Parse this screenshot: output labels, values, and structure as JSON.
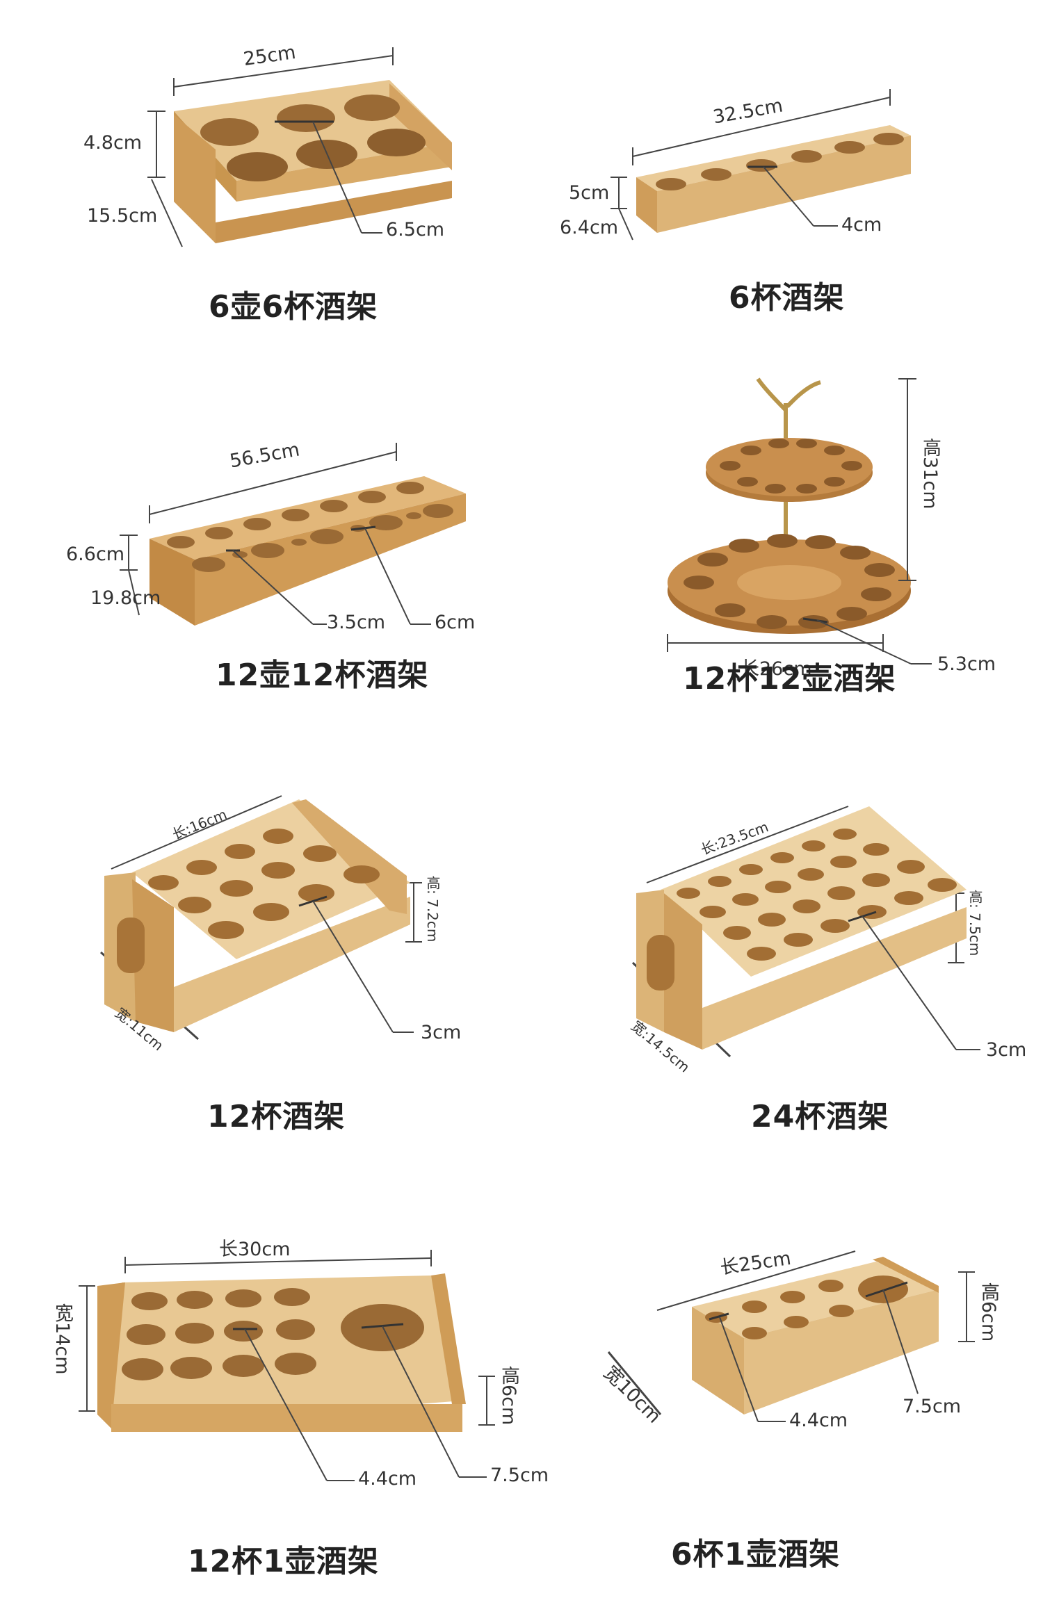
{
  "products": [
    {
      "title": "6壶6杯酒架",
      "dims": [
        "25cm",
        "4.8cm",
        "15.5cm",
        "6.5cm"
      ]
    },
    {
      "title": "6杯酒架",
      "dims": [
        "32.5cm",
        "5cm",
        "6.4cm",
        "4cm"
      ]
    },
    {
      "title": "12壶12杯酒架",
      "dims": [
        "56.5cm",
        "6.6cm",
        "19.8cm",
        "3.5cm",
        "6cm"
      ]
    },
    {
      "title": "12杯12壶酒架",
      "dims": [
        "高31cm",
        "长26cm",
        "5.3cm"
      ]
    },
    {
      "title": "12杯酒架",
      "dims": [
        "长:16cm",
        "高: 7.2cm",
        "宽:11cm",
        "3cm"
      ]
    },
    {
      "title": "24杯酒架",
      "dims": [
        "长:23.5cm",
        "高: 7.5cm",
        "宽:14.5cm",
        "3cm"
      ]
    },
    {
      "title": "12杯1壶酒架",
      "dims": [
        "长30cm",
        "宽14cm",
        "高6cm",
        "4.4cm",
        "7.5cm"
      ]
    },
    {
      "title": "6杯1壶酒架",
      "dims": [
        "长25cm",
        "高6cm",
        "宽10cm",
        "4.4cm",
        "7.5cm"
      ]
    }
  ],
  "colors": {
    "wood_light": "#e8c995",
    "wood_mid": "#d6a868",
    "wood_dark": "#b07c3e",
    "hole": "#9a6a35",
    "line": "#444444"
  }
}
